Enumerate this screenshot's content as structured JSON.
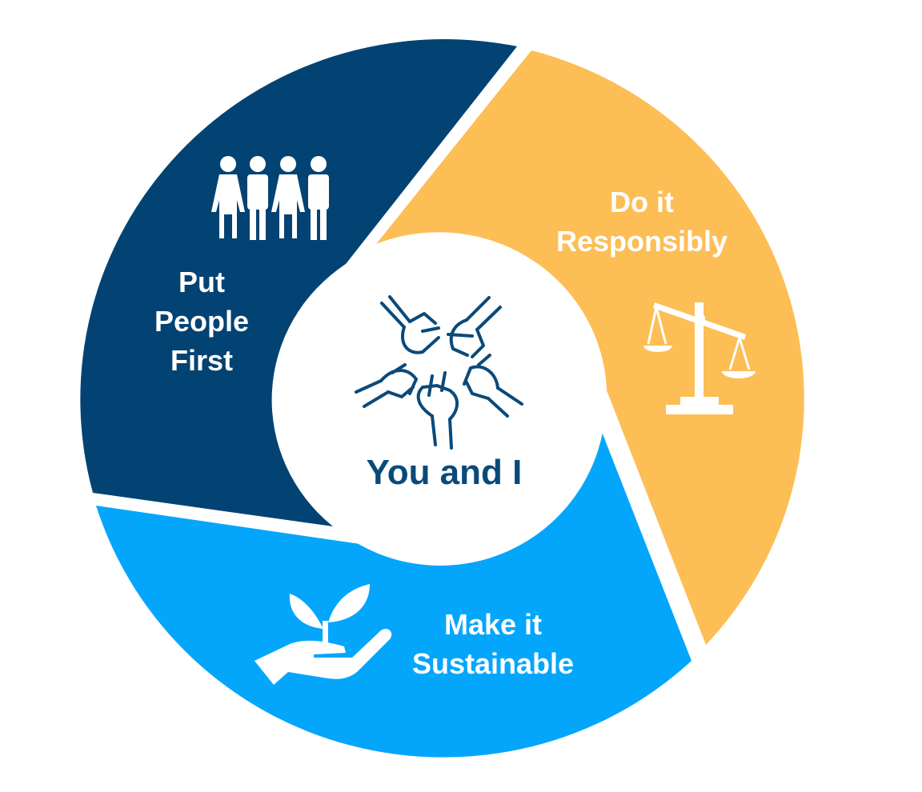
{
  "colors": {
    "people": "#034373",
    "responsibly": "#FCBE55",
    "sustainable": "#04A6FC",
    "center_text": "#0A4A7A",
    "background": "#ffffff"
  },
  "segments": {
    "people": {
      "lines": [
        "Put",
        "People",
        "First"
      ],
      "icon": "people-group-icon"
    },
    "responsibly": {
      "lines": [
        "Do it",
        "Responsibly"
      ],
      "icon": "balance-scale-icon"
    },
    "sustainable": {
      "lines": [
        "Make it",
        "Sustainable"
      ],
      "icon": "hand-plant-icon"
    }
  },
  "center": {
    "label": "You and I",
    "icon": "joined-hands-icon"
  }
}
